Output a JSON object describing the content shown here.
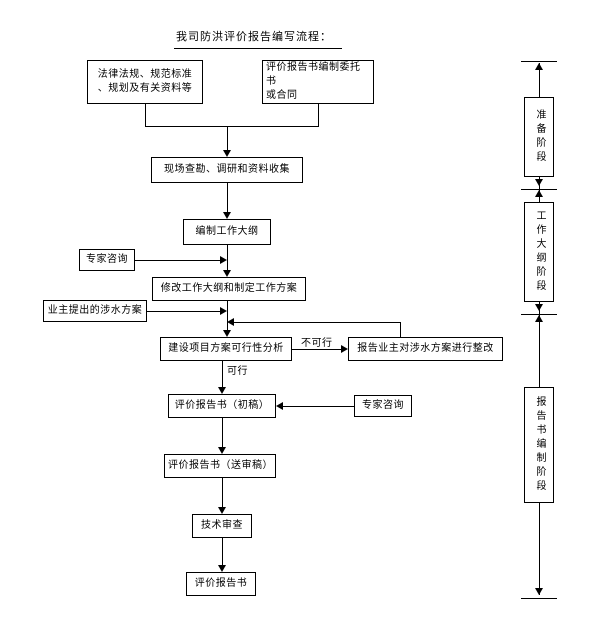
{
  "document": {
    "title": "我司防洪评价报告编写流程："
  },
  "flow": {
    "nodes": [
      {
        "id": "laws",
        "label": "法律法规、规范标准\n、规划及有关资料等"
      },
      {
        "id": "commission",
        "label": "评价报告书编制委托书\n或合同"
      },
      {
        "id": "survey",
        "label": "现场查勘、调研和资料收集"
      },
      {
        "id": "outline",
        "label": "编制工作大纲"
      },
      {
        "id": "expert1",
        "label": "专家咨询"
      },
      {
        "id": "revise",
        "label": "修改工作大纲和制定工作方案"
      },
      {
        "id": "owner-plan",
        "label": "业主提出的涉水方案"
      },
      {
        "id": "feasibility",
        "label": "建设项目方案可行性分析"
      },
      {
        "id": "rectify",
        "label": "报告业主对涉水方案进行整改"
      },
      {
        "id": "draft",
        "label": "评价报告书（初稿）"
      },
      {
        "id": "expert2",
        "label": "专家咨询"
      },
      {
        "id": "review-copy",
        "label": "评价报告书（送审稿）"
      },
      {
        "id": "tech-review",
        "label": "技术审查"
      },
      {
        "id": "final",
        "label": "评价报告书"
      }
    ],
    "edge_labels": [
      {
        "id": "infeasible",
        "label": "不可行"
      },
      {
        "id": "feasible",
        "label": "可行"
      }
    ]
  },
  "phases": [
    {
      "id": "prep",
      "label": "准备阶段"
    },
    {
      "id": "outline",
      "label": "工作大纲阶段"
    },
    {
      "id": "report",
      "label": "报告书编制阶段"
    }
  ],
  "colors": {
    "stroke": "#000000",
    "fill": "#ffffff",
    "text": "#000000"
  }
}
